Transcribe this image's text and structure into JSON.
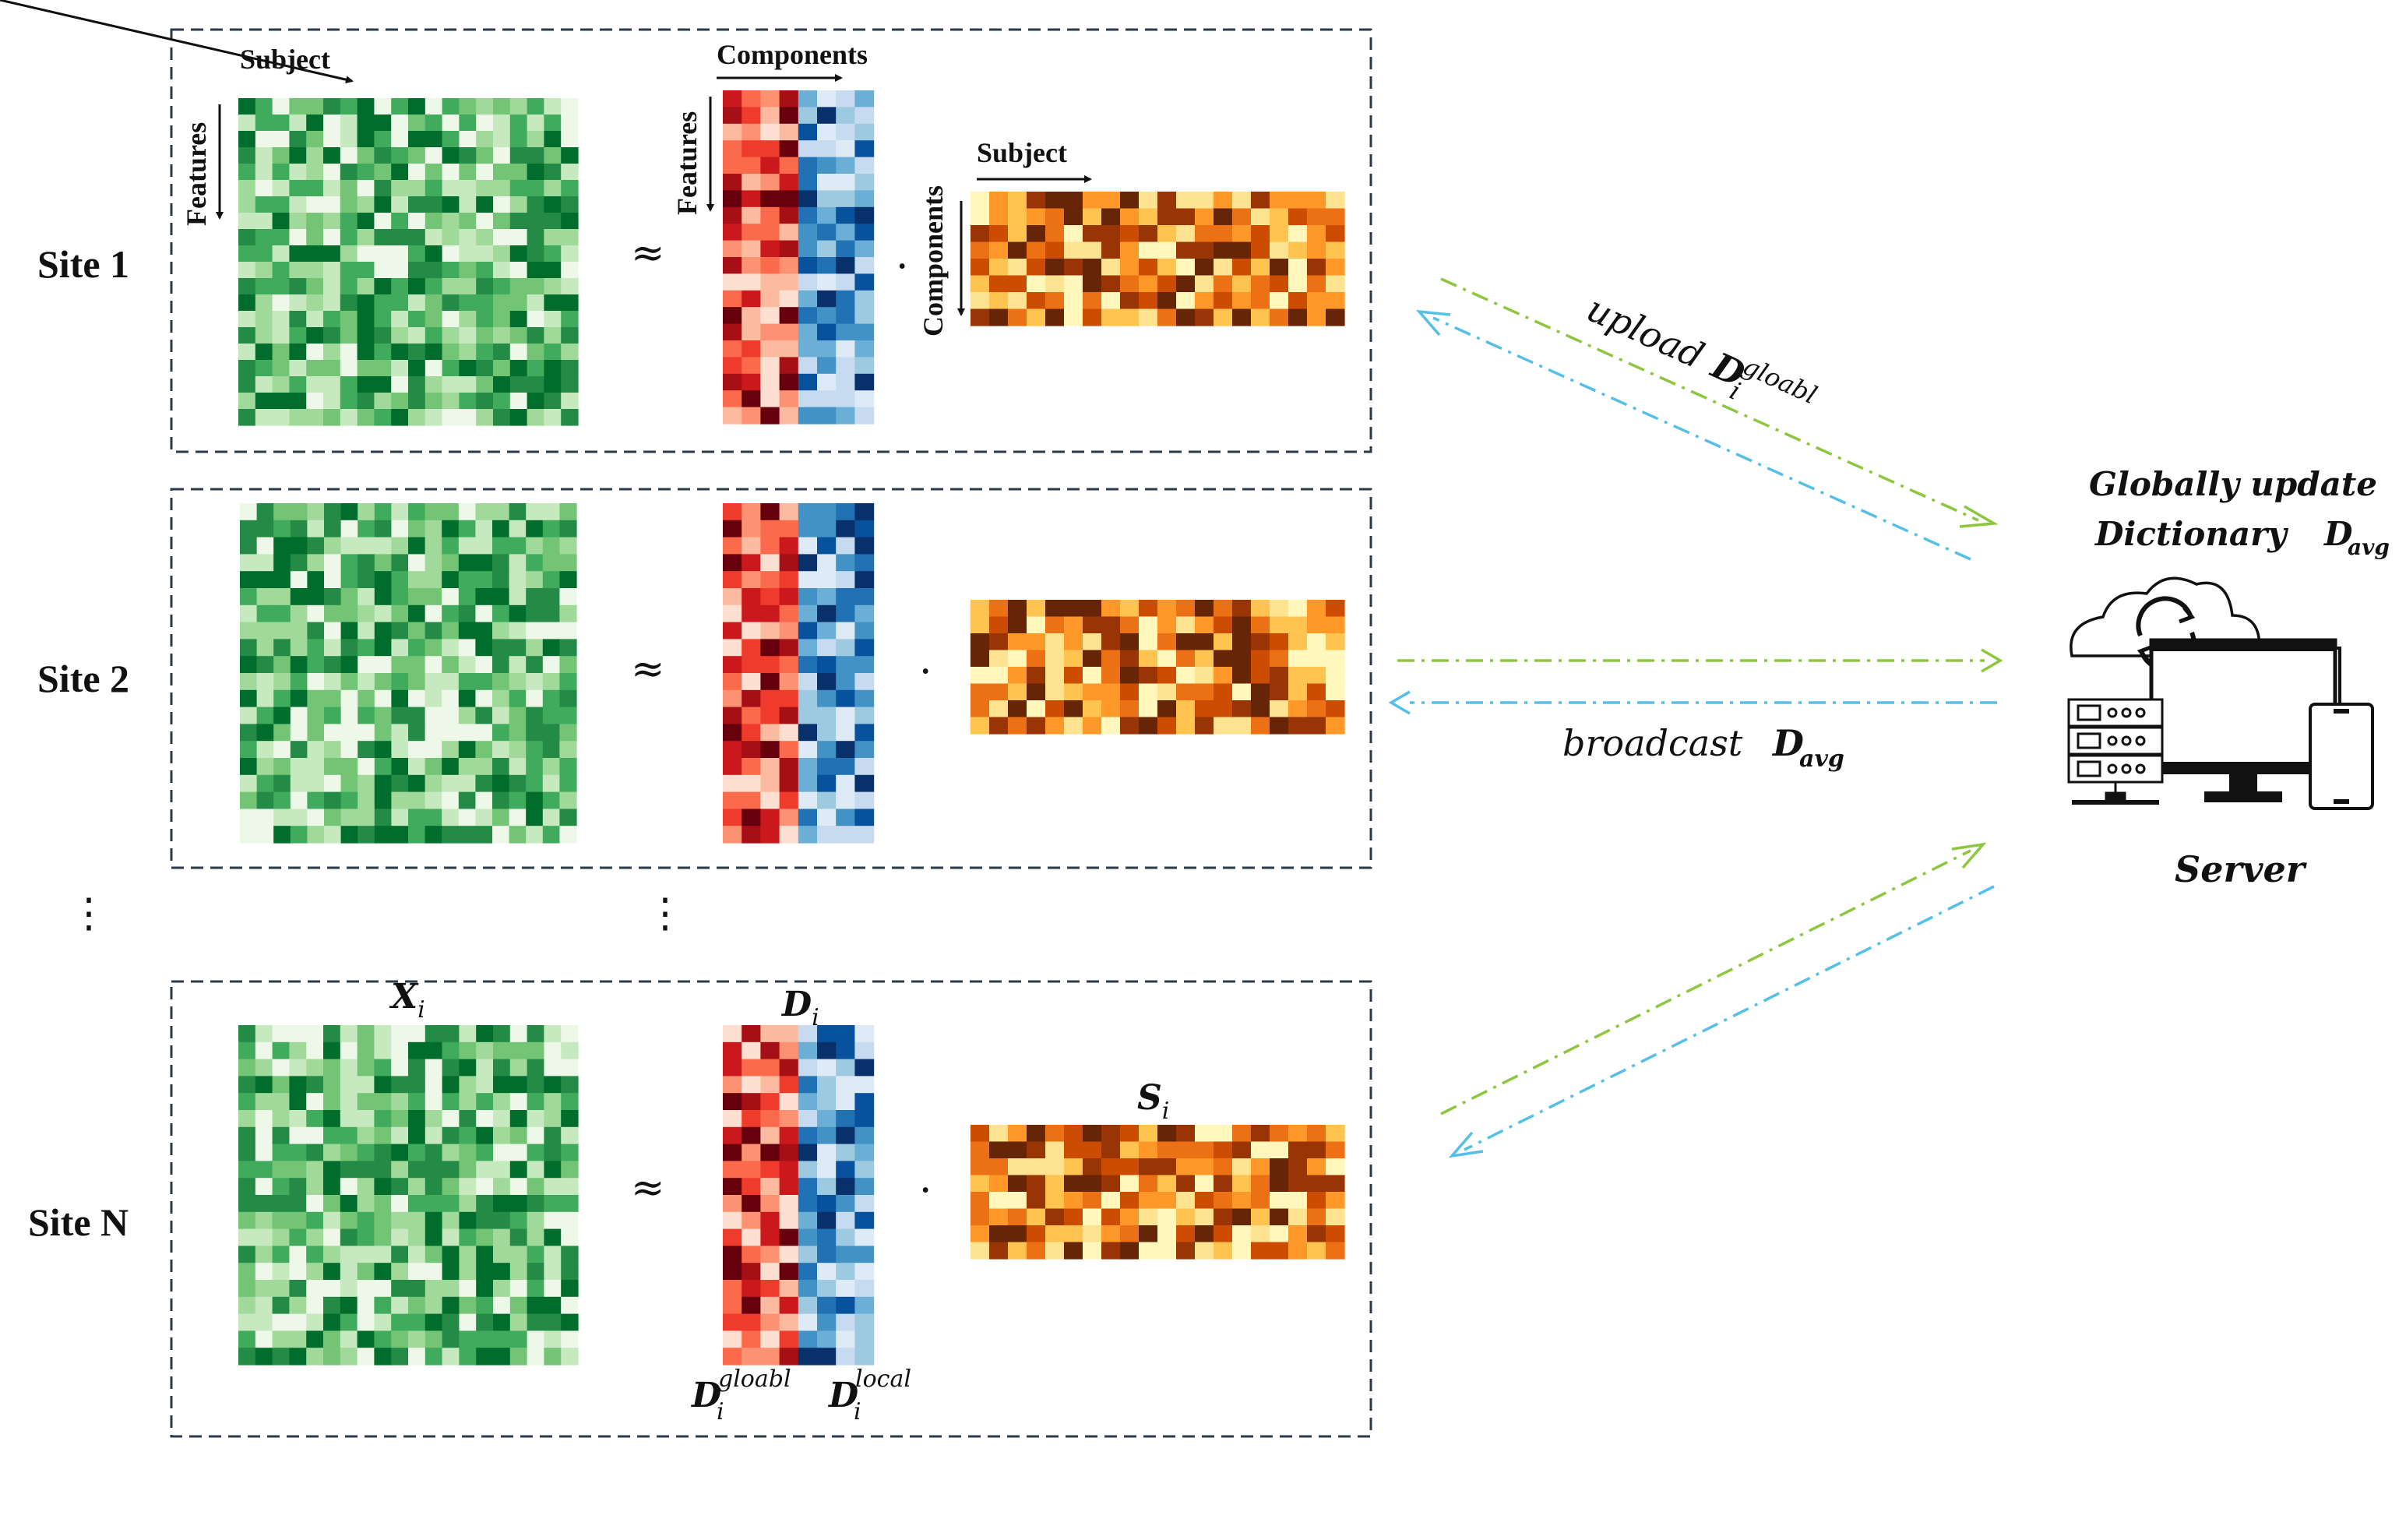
{
  "sites": [
    {
      "label": "Site 1",
      "show_axes": true,
      "show_symbols": false
    },
    {
      "label": "Site 2",
      "show_axes": false,
      "show_symbols": false
    },
    {
      "label": "Site N",
      "show_axes": false,
      "show_symbols": true
    }
  ],
  "axis_labels": {
    "subject": "Subject",
    "features": "Features",
    "components": "Components"
  },
  "operators": {
    "approx": "≈",
    "dot": "·",
    "vdots": "⋮"
  },
  "symbols": {
    "x_base": "X",
    "d_base": "D",
    "s_base": "S",
    "sub_i": "i",
    "sup_gloabl": "gloabl",
    "sup_local": "local"
  },
  "upload": {
    "word": "upload",
    "base": "D",
    "sub": "i",
    "sup": "gloabl"
  },
  "broadcast": {
    "word": "broadcast",
    "base": "D",
    "sub": "avg"
  },
  "server": {
    "title_line1": "Globally update",
    "title_line2_word": "Dictionary",
    "title_line2_base": "D",
    "title_line2_sub": "avg",
    "label": "Server",
    "icons": [
      "cloud-sync-icon",
      "server-rack-icon",
      "monitor-icon",
      "mobile-phone-icon"
    ]
  },
  "colors": {
    "box_border": "#2b3a4a",
    "arrow_upload": "#8dc63f",
    "arrow_broadcast": "#56bfe8",
    "green_scale": [
      "#edf8e9",
      "#c7e9c0",
      "#a1d99b",
      "#74c476",
      "#41ab5d",
      "#238b45",
      "#006d2c"
    ],
    "red_scale": [
      "#fee0d2",
      "#fcbba1",
      "#fc9272",
      "#fb6a4a",
      "#ef3b2c",
      "#cb181d",
      "#a50f15",
      "#67000d"
    ],
    "blue_scale": [
      "#deebf7",
      "#c6dbef",
      "#9ecae1",
      "#6baed6",
      "#4292c6",
      "#2171b5",
      "#08519c",
      "#08306b"
    ],
    "orange_scale": [
      "#fff7bc",
      "#fee391",
      "#fec44f",
      "#fe9929",
      "#ec7014",
      "#cc4c02",
      "#993404",
      "#662506"
    ]
  }
}
